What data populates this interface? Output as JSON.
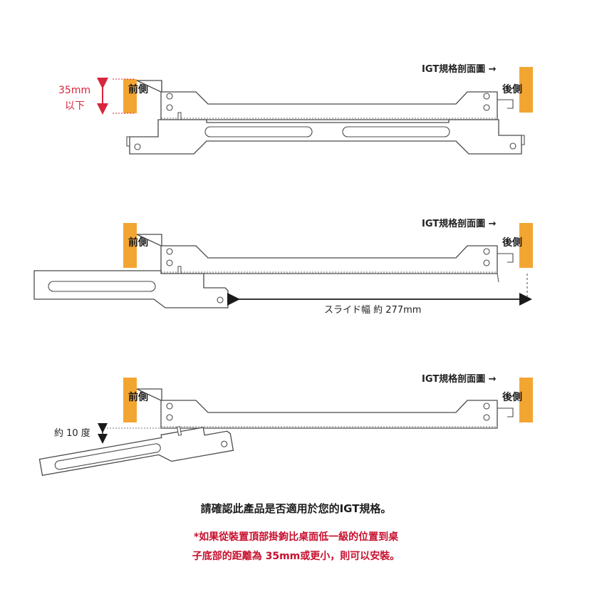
{
  "panels": [
    {
      "front": "前側",
      "back": "後側",
      "section": "IGT規格剖面圖 →"
    },
    {
      "front": "前側",
      "back": "後側",
      "section": "IGT規格剖面圖 →"
    },
    {
      "front": "前側",
      "back": "後側",
      "section": "IGT規格剖面圖 →"
    }
  ],
  "dimensions": {
    "height_value": "35mm",
    "height_qualifier": "以下",
    "slide_width": "スライド幅 約 277mm",
    "tilt_angle": "約 10 度"
  },
  "footer": {
    "main": "請確認此產品是否適用於您的IGT規格。",
    "note_line1": "*如果從裝置頂部掛鉤比桌面低一級的位置到桌",
    "note_line2": "子底部的距離為 35mm或更小，則可以安裝。"
  },
  "colors": {
    "tab": "#f3a532",
    "dimension_red": "#d7263d",
    "note_red": "#c8102e",
    "metal_stroke": "#4a4a4a"
  }
}
